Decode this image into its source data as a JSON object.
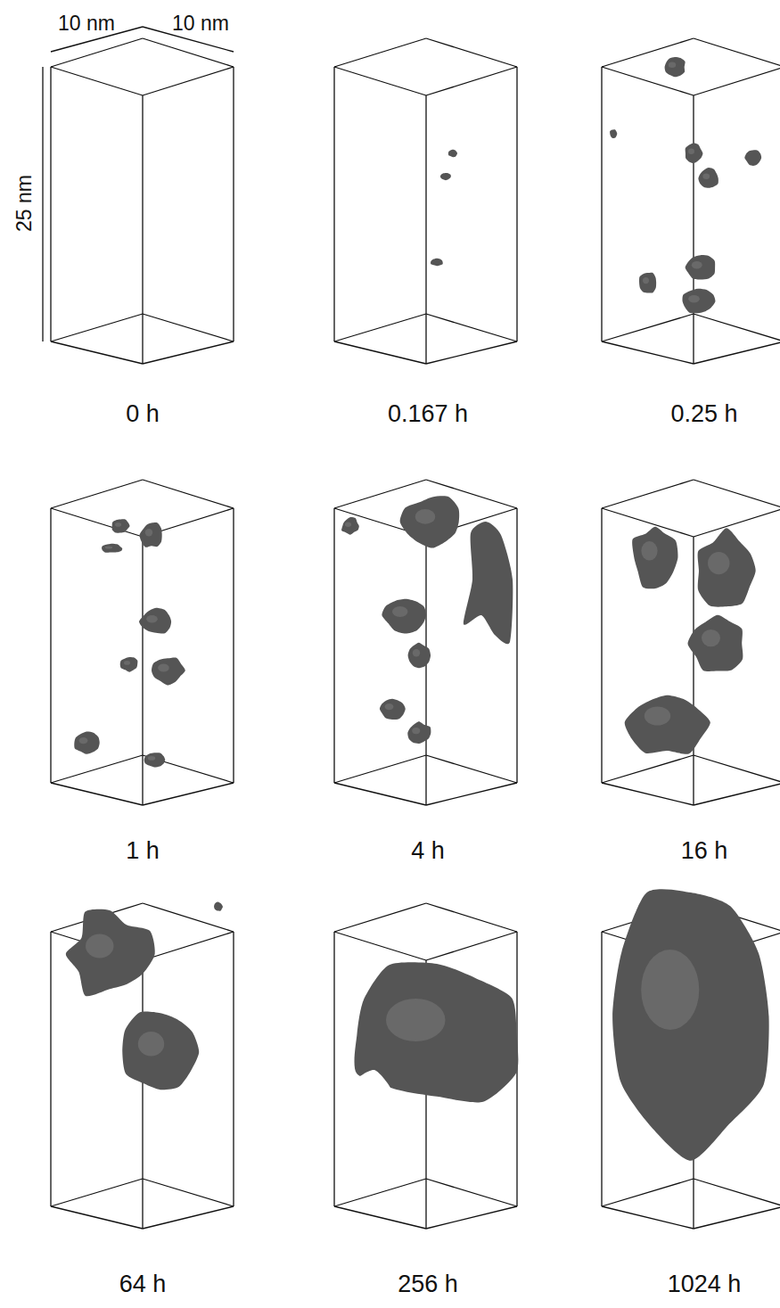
{
  "diagram": {
    "labels": [
      "10 nm",
      "10 nm",
      "25 nm",
      "0 h",
      "0.167 h",
      "0.25 h",
      "1 h",
      "4 h",
      "16 h",
      "64 h",
      "256 h",
      "1024 h"
    ]
  }
}
